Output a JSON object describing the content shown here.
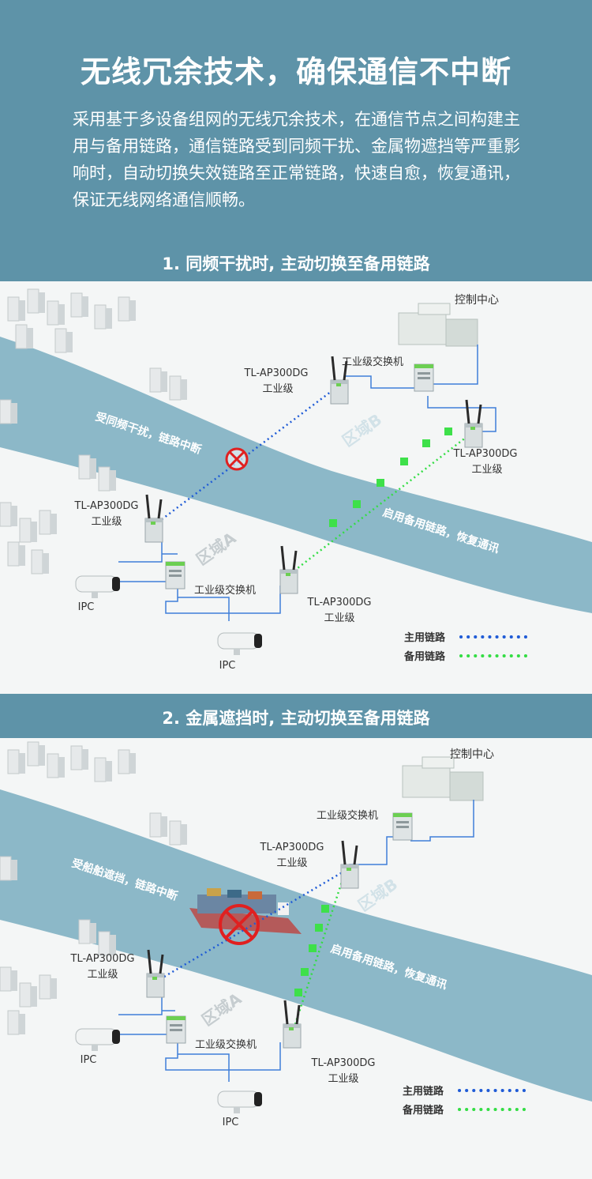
{
  "header": {
    "title": "无线冗余技术，确保通信不中断",
    "intro": "采用基于多设备组网的无线冗余技术，在通信节点之间构建主用与备用链路，通信链路受到同频干扰、金属物遮挡等严重影响时，自动切换失效链路至正常链路，快速自愈，恢复通讯，保证无线网络通信顺畅。"
  },
  "scenario1": {
    "title": "1. 同频干扰时, 主动切换至备用链路",
    "control_center": "控制中心",
    "switch_top": "工业级交换机",
    "ap_top_left_model": "TL-AP300DG",
    "ap_top_left_grade": "工业级",
    "ap_top_right_model": "TL-AP300DG",
    "ap_top_right_grade": "工业级",
    "ap_bottom_left_model": "TL-AP300DG",
    "ap_bottom_left_grade": "工业级",
    "ap_bottom_right_model": "TL-AP300DG",
    "ap_bottom_right_grade": "工业级",
    "switch_bottom": "工业级交换机",
    "zone_a": "区域A",
    "zone_b": "区域B",
    "fault_label": "受同频干扰，链路中断",
    "backup_label": "启用备用链路，恢复通讯",
    "ipc_1": "IPC",
    "ipc_2": "IPC",
    "legend_main": "主用链路",
    "legend_backup": "备用链路"
  },
  "scenario2": {
    "title": "2. 金属遮挡时, 主动切换至备用链路",
    "control_center": "控制中心",
    "switch_top": "工业级交换机",
    "ap_top_model": "TL-AP300DG",
    "ap_top_grade": "工业级",
    "ap_bottom_left_model": "TL-AP300DG",
    "ap_bottom_left_grade": "工业级",
    "ap_bottom_right_model": "TL-AP300DG",
    "ap_bottom_right_grade": "工业级",
    "switch_bottom": "工业级交换机",
    "zone_a": "区域A",
    "zone_b": "区域B",
    "fault_label": "受船舶遮挡，链路中断",
    "backup_label": "启用备用链路，恢复通讯",
    "ipc_1": "IPC",
    "ipc_2": "IPC",
    "legend_main": "主用链路",
    "legend_backup": "备用链路"
  },
  "colors": {
    "header_bg": "#5e93a8",
    "river": "#8cb8c8",
    "main_link": "#1f5bd6",
    "backup_link": "#33dd44",
    "wired_link": "#3f7fd9",
    "fault": "#e02020"
  }
}
